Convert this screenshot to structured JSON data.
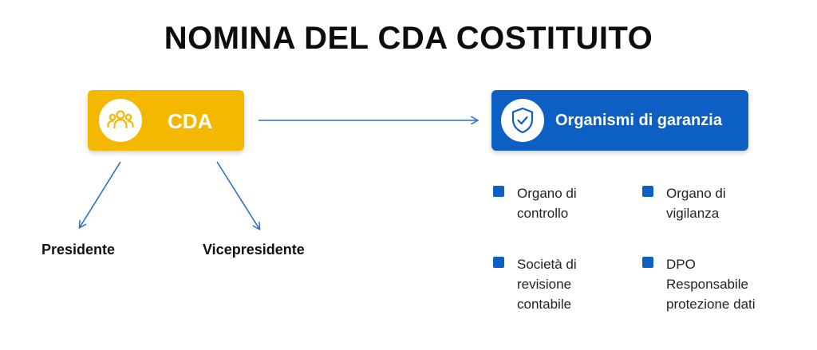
{
  "title": "NOMINA DEL CDA COSTITUITO",
  "cda": {
    "label": "CDA",
    "icon": "people-group-icon",
    "color": "#f5b800"
  },
  "organismi": {
    "label": "Organismi di garanzia",
    "icon": "shield-check-icon",
    "color": "#0d5fc4"
  },
  "cda_children": [
    "Presidente",
    "Vicepresidente"
  ],
  "garanzia_items": [
    {
      "lines": [
        "Organo di",
        "controllo"
      ]
    },
    {
      "lines": [
        "Organo di",
        "vigilanza"
      ]
    },
    {
      "lines": [
        "Società di",
        "revisione",
        "contabile"
      ]
    },
    {
      "lines": [
        "DPO",
        "Responsabile",
        "protezione dati"
      ]
    }
  ],
  "colors": {
    "accent_yellow": "#f5b800",
    "accent_blue": "#0d5fc4",
    "arrow": "#2a6fc9"
  }
}
